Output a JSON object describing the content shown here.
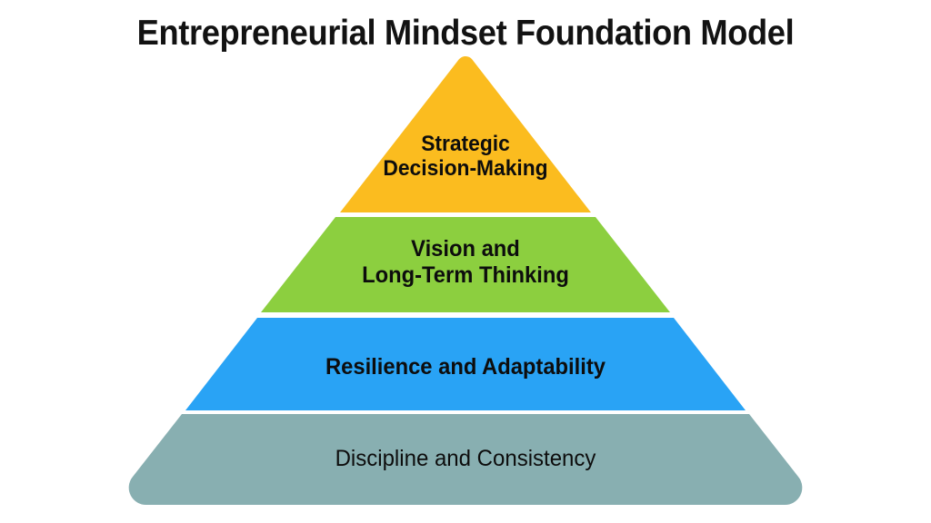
{
  "slide": {
    "title": "Entrepreneurial Mindset Foundation Model",
    "background_color": "#FFFFFF",
    "text_color": "#0D0D0D"
  },
  "chart_data": {
    "type": "pyramid",
    "title": "Entrepreneurial Mindset Foundation Model",
    "orientation": "apex-up",
    "level_count": 4,
    "legend": "none",
    "grid": false,
    "levels": [
      {
        "rank": 1,
        "position": "top",
        "label": "Strategic\nDecision-Making",
        "label_lines": [
          "Strategic",
          "Decision-Making"
        ],
        "color": "#FBBC1F",
        "color_name": "amber",
        "text_weight": "bold"
      },
      {
        "rank": 2,
        "position": "upper-middle",
        "label": "Vision and\nLong-Term Thinking",
        "label_lines": [
          "Vision and",
          "Long-Term Thinking"
        ],
        "color": "#8CCF3F",
        "color_name": "yellow-green",
        "text_weight": "bold"
      },
      {
        "rank": 3,
        "position": "lower-middle",
        "label": "Resilience and Adaptability",
        "label_lines": [
          "Resilience and Adaptability"
        ],
        "color": "#29A3F5",
        "color_name": "bright-blue",
        "text_weight": "bold"
      },
      {
        "rank": 4,
        "position": "base",
        "label": "Discipline and Consistency",
        "label_lines": [
          "Discipline and Consistency"
        ],
        "color": "#88AFB1",
        "color_name": "teal-gray",
        "text_weight": "regular"
      }
    ]
  }
}
